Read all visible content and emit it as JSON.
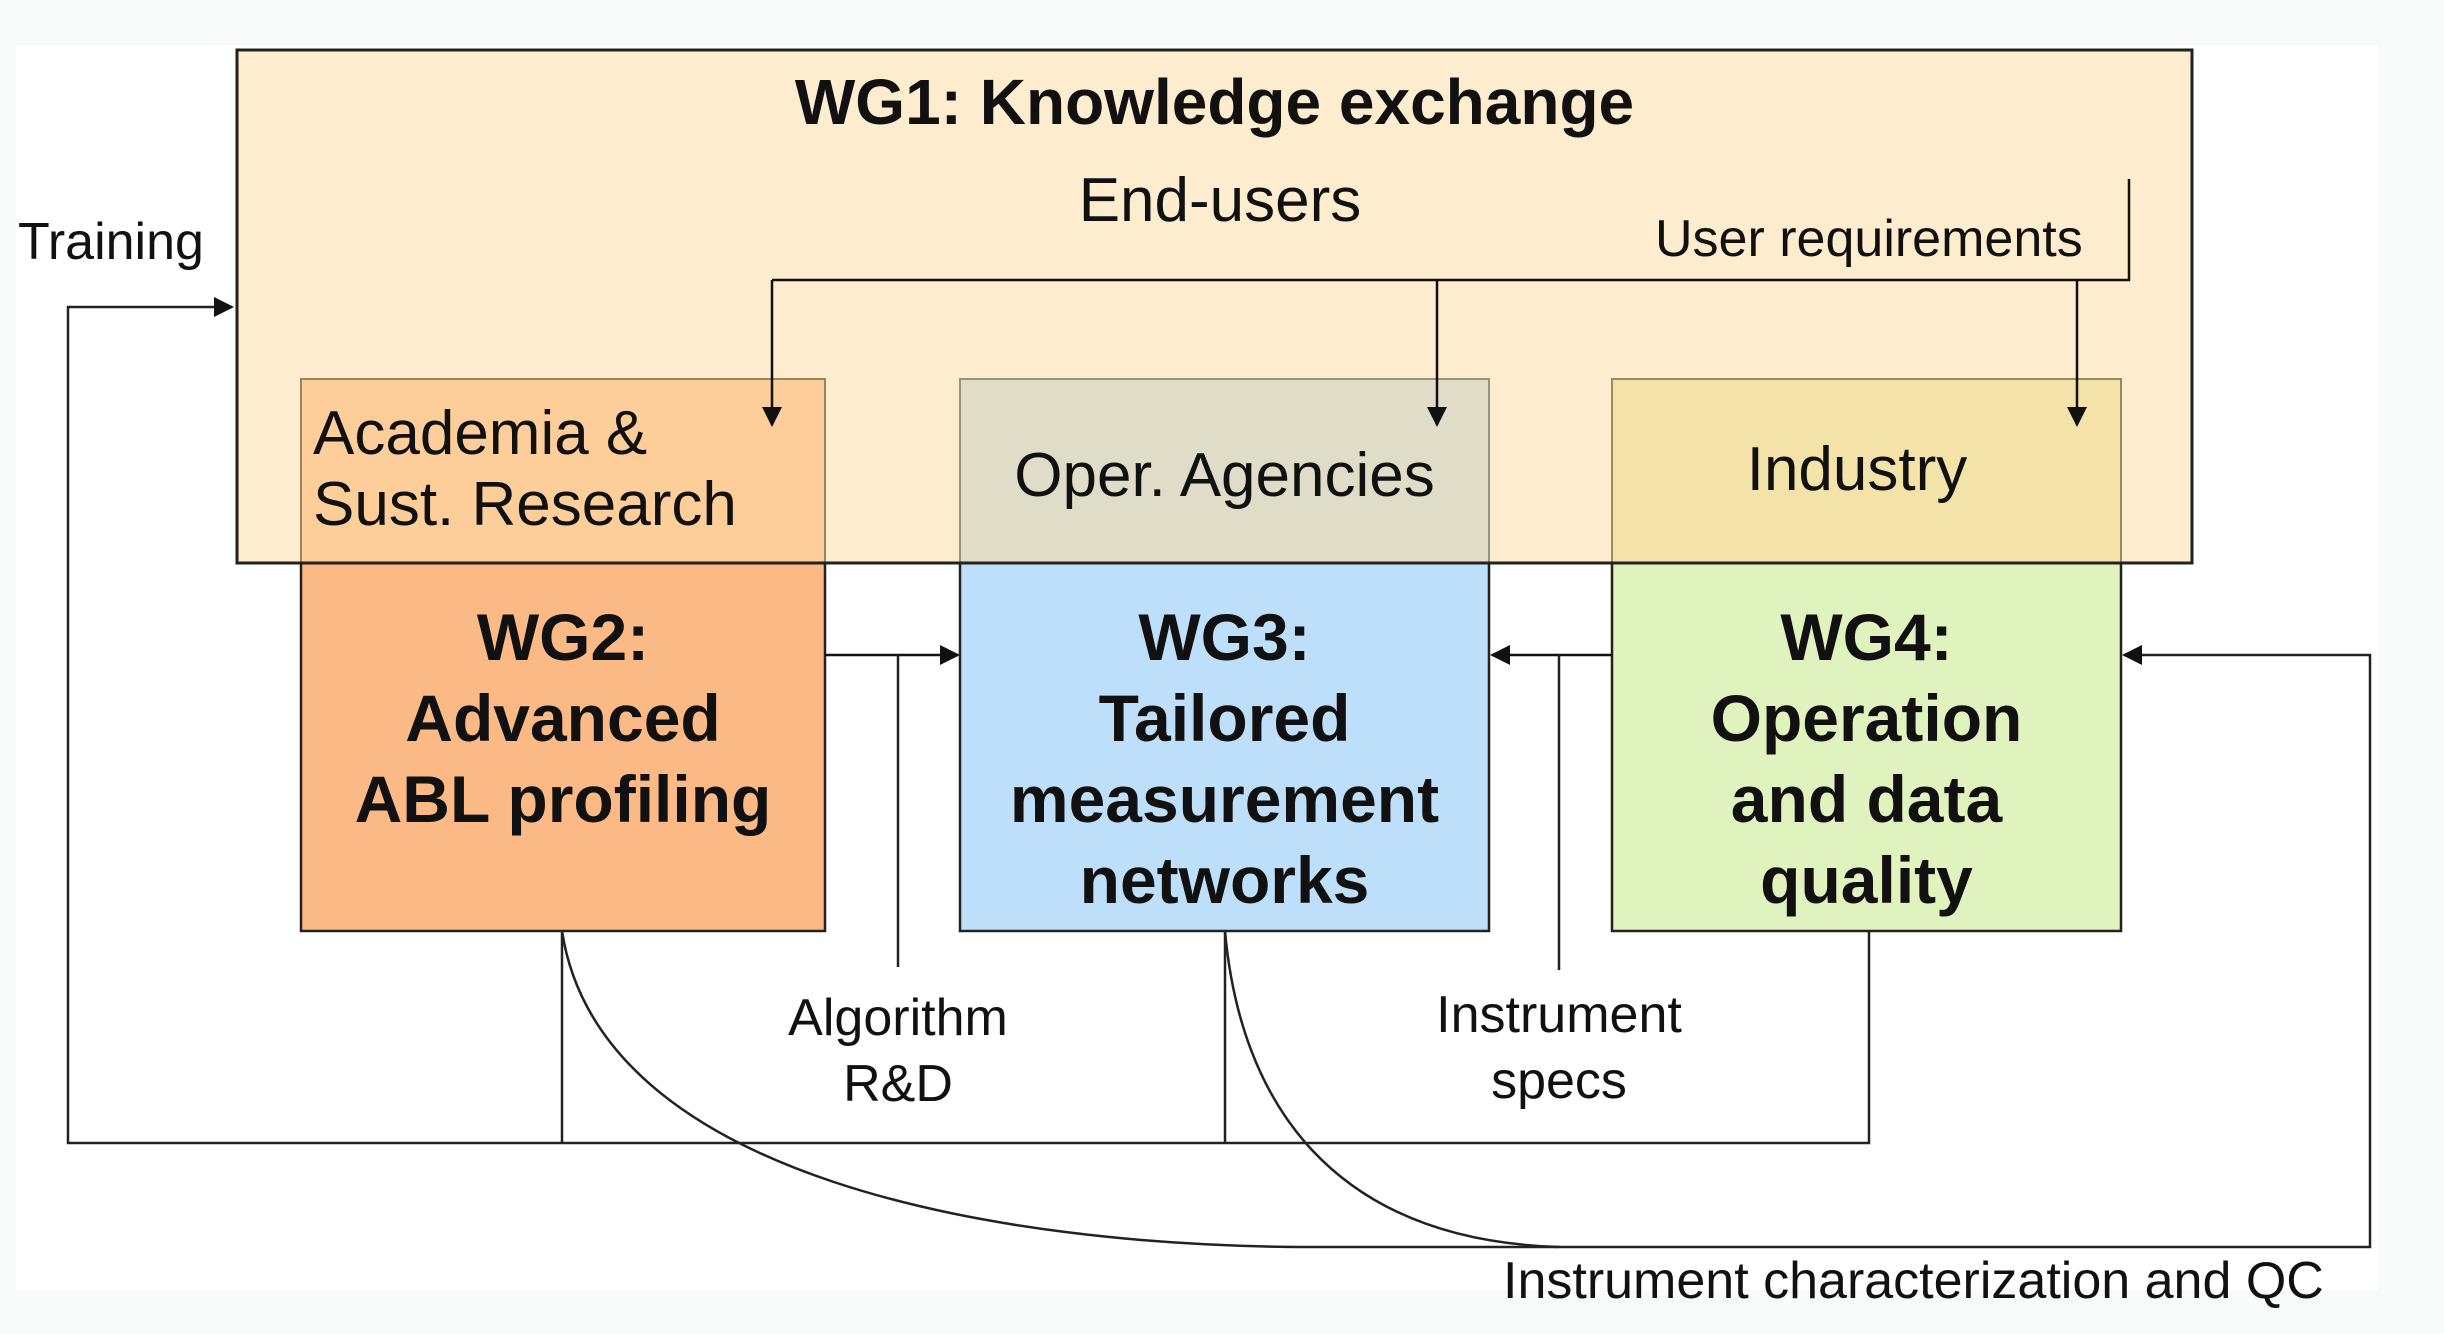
{
  "diagram": {
    "wg1": {
      "title": "WG1: Knowledge exchange",
      "subtitle": "End-users",
      "fill": "#fdecce"
    },
    "user_requirements": "User requirements",
    "training": "Training",
    "end_users": [
      {
        "id": "academia",
        "label_lines": [
          "Academia &",
          "Sust. Research"
        ],
        "fill": "#fdcb94"
      },
      {
        "id": "agencies",
        "label_lines": [
          "Oper. Agencies"
        ],
        "fill": "#dcdcc8"
      },
      {
        "id": "industry",
        "label_lines": [
          "Industry"
        ],
        "fill": "#f2e3a6"
      }
    ],
    "working_groups": [
      {
        "id": "wg2",
        "label_lines": [
          "WG2:",
          "Advanced",
          "ABL profiling"
        ],
        "fill": "#fbb985"
      },
      {
        "id": "wg3",
        "label_lines": [
          "WG3:",
          "Tailored",
          "measurement",
          "networks"
        ],
        "fill": "#bedff9"
      },
      {
        "id": "wg4",
        "label_lines": [
          "WG4:",
          "Operation",
          "and data",
          "quality"
        ],
        "fill": "#e0f3be"
      }
    ],
    "flows": {
      "algorithm": [
        "Algorithm",
        "R&D"
      ],
      "instrument_specs": [
        "Instrument",
        "specs"
      ],
      "qc": "Instrument characterization and QC"
    }
  }
}
